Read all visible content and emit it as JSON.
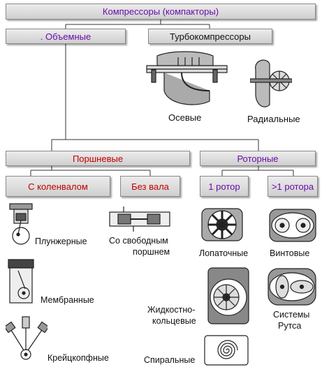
{
  "nodes": {
    "root": "Компрессоры (компакторы)",
    "volumetric": ". Объемные",
    "turbo": "Турбокомпрессоры",
    "axial": "Осевые",
    "radial": "Радиальные",
    "piston": "Поршневые",
    "rotary": "Роторные",
    "crankshaft": "С коленвалом",
    "shaftless": "Без вала",
    "one_rotor": "1 ротор",
    "multi_rotor": ">1 ротора"
  },
  "labels": {
    "plunger": "Плунжерные",
    "membrane": "Мембранные",
    "crosshead": "Крейцкопфные",
    "free_piston_1": "Со свободным",
    "free_piston_2": "поршнем",
    "vane": "Лопаточные",
    "screw": "Винтовые",
    "liquid_ring_1": "Жидкостно-",
    "liquid_ring_2": "кольцевые",
    "roots_1": "Системы",
    "roots_2": "Рутса",
    "scroll": "Спиральные"
  },
  "colors": {
    "title_text": "#6a0dad",
    "piston_text": "#c40000"
  }
}
